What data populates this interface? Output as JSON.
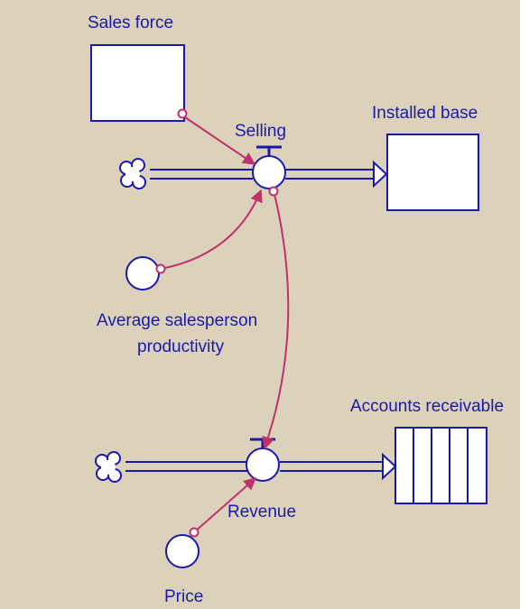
{
  "diagram": {
    "stocks": {
      "sales_force": "Sales force",
      "installed_base": "Installed base",
      "accounts_receivable": "Accounts receivable"
    },
    "flows": {
      "selling": "Selling",
      "revenue": "Revenue"
    },
    "auxiliaries": {
      "avg_productivity_line1": "Average salesperson",
      "avg_productivity_line2": "productivity",
      "price": "Price"
    }
  },
  "colors": {
    "background": "#dcd2bb",
    "structure": "#1a1aa8",
    "link": "#c0306a"
  }
}
